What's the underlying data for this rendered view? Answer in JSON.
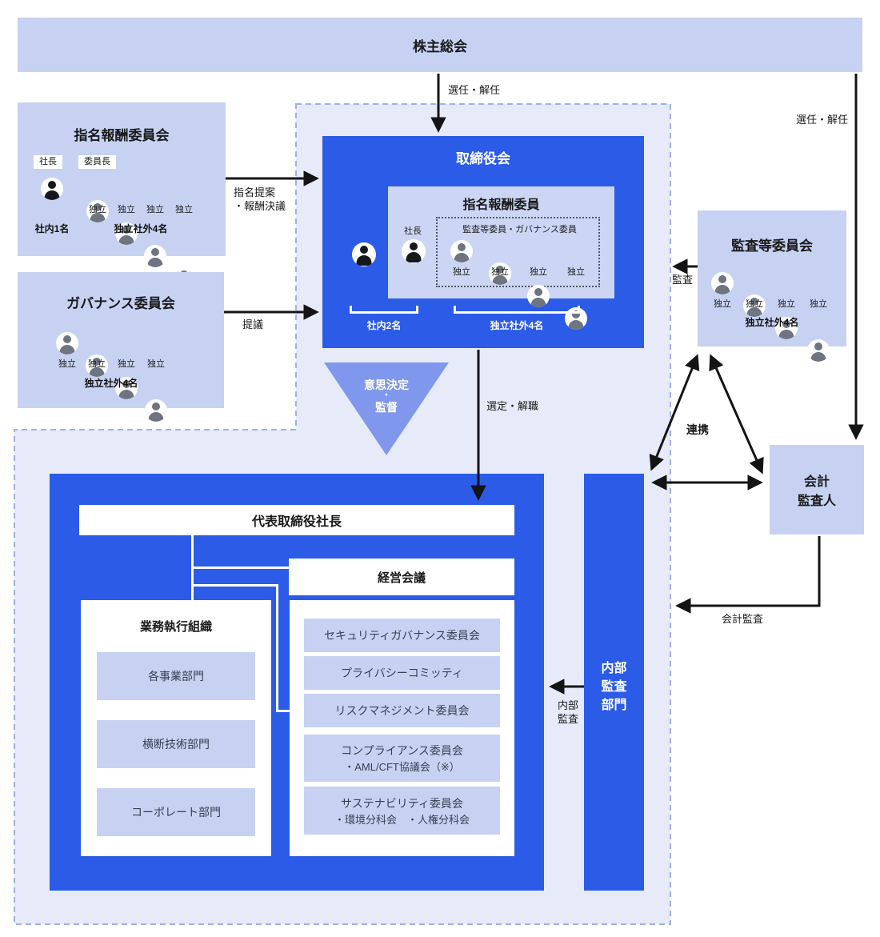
{
  "palette": {
    "primary_blue": "#2b5be7",
    "light_blue": "#c7d2f3",
    "pale_dashed_fill": "#e7ebf9",
    "dashed_border": "#9db2ea",
    "triangle_blue": "#7f97ed",
    "arrow_black": "#141414",
    "person_gray": "#6e7480",
    "person_dark": "#16181d"
  },
  "shareholders_meeting": {
    "title": "株主総会"
  },
  "nomination_compensation_committee": {
    "title": "指名報酬委員会",
    "tags": [
      "社長",
      "委員長"
    ],
    "member_labels": [
      "独立",
      "独立",
      "独立",
      "独立"
    ],
    "caption_inside": "社内1名",
    "caption_outside": "独立社外4名"
  },
  "governance_committee": {
    "title": "ガバナンス委員会",
    "member_labels": [
      "独立",
      "独立",
      "独立",
      "独立"
    ],
    "caption": "独立社外4名"
  },
  "board_of_directors": {
    "title": "取締役会",
    "inner_title": "指名報酬委員",
    "president_label": "社長",
    "dotted_group_label": "監査等委員・ガバナンス委員",
    "member_labels": [
      "独立",
      "独立",
      "独立",
      "独立"
    ],
    "bracket_left": "社内2名",
    "bracket_right": "独立社外4名"
  },
  "audit_committee": {
    "title": "監査等委員会",
    "member_labels": [
      "独立",
      "独立",
      "独立",
      "独立"
    ],
    "caption": "独立社外4名"
  },
  "accounting_auditor": {
    "line1": "会計",
    "line2": "監査人"
  },
  "decision_triangle": {
    "line1": "意思決定",
    "dot": "・",
    "line2": "監督"
  },
  "executive": {
    "president": "代表取締役社長",
    "management_meeting": "経営会議",
    "execution_org": {
      "title": "業務執行組織",
      "items": [
        "各事業部門",
        "横断技術部門",
        "コーポレート部門"
      ]
    },
    "committees": [
      {
        "title": "セキュリティガバナンス委員会"
      },
      {
        "title": "プライバシーコミッティ"
      },
      {
        "title": "リスクマネジメント委員会"
      },
      {
        "title": "コンプライアンス委員会",
        "sub": "・AML/CFT協議会（※）"
      },
      {
        "title": "サステナビリティ委員会",
        "sub": "・環境分科会　・人権分科会"
      }
    ]
  },
  "internal_audit_department": {
    "line1": "内部",
    "line2": "監査",
    "line3": "部門"
  },
  "arrow_labels": {
    "appoint_dismiss_board": "選任・解任",
    "appoint_dismiss_auditor": "選任・解任",
    "nomination_proposal_line1": "指名提案",
    "nomination_proposal_line2": "・報酬決議",
    "proposal": "提議",
    "audit": "監査",
    "cooperation": "連携",
    "select_dismiss": "選定・解職",
    "accounting_audit": "会計監査",
    "internal_audit_line1": "内部",
    "internal_audit_line2": "監査"
  }
}
